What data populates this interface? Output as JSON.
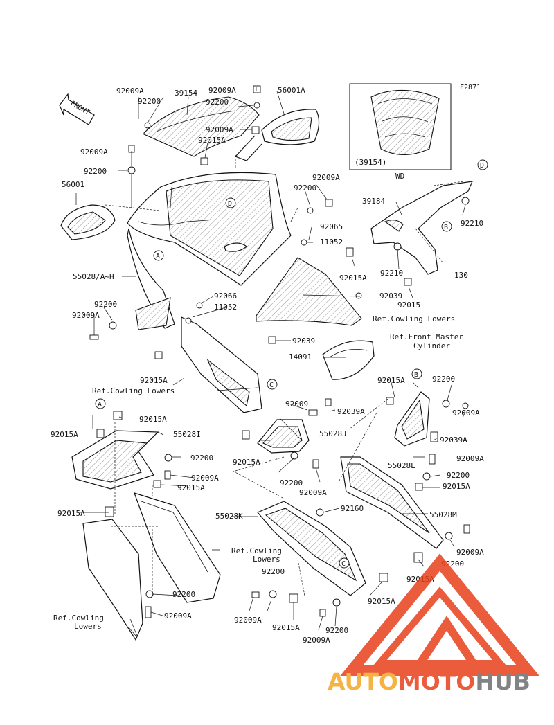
{
  "figure_code": "F2871",
  "front_label": "FRONT",
  "inset": {
    "part": "(39154)",
    "variant": "WD"
  },
  "labels": [
    {
      "id": "l1",
      "text": "92009A"
    },
    {
      "id": "l2",
      "text": "39154"
    },
    {
      "id": "l3",
      "text": "92009A"
    },
    {
      "id": "l4",
      "text": "56001A"
    },
    {
      "id": "l5",
      "text": "92200"
    },
    {
      "id": "l6",
      "text": "92200"
    },
    {
      "id": "l7",
      "text": "92009A"
    },
    {
      "id": "l8",
      "text": "92015A"
    },
    {
      "id": "l9",
      "text": "92009A"
    },
    {
      "id": "l10",
      "text": "92200"
    },
    {
      "id": "l11",
      "text": "56001"
    },
    {
      "id": "l12",
      "text": "92009A"
    },
    {
      "id": "l13",
      "text": "92200"
    },
    {
      "id": "l14",
      "text": "39184"
    },
    {
      "id": "l15",
      "text": "92065"
    },
    {
      "id": "l16",
      "text": "11052"
    },
    {
      "id": "l17",
      "text": "92210"
    },
    {
      "id": "l18",
      "text": "55028/A~H"
    },
    {
      "id": "l19",
      "text": "92015A"
    },
    {
      "id": "l20",
      "text": "92210"
    },
    {
      "id": "l21",
      "text": "130"
    },
    {
      "id": "l22",
      "text": "92015"
    },
    {
      "id": "l23",
      "text": "92200"
    },
    {
      "id": "l24",
      "text": "92066"
    },
    {
      "id": "l25",
      "text": "11052"
    },
    {
      "id": "l26",
      "text": "92039"
    },
    {
      "id": "l27",
      "text": "92009A"
    },
    {
      "id": "l28",
      "text": "Ref.Cowling Lowers"
    },
    {
      "id": "l29",
      "text": "92039"
    },
    {
      "id": "l30",
      "text": "Ref.Front Master"
    },
    {
      "id": "l31",
      "text": "Cylinder"
    },
    {
      "id": "l32",
      "text": "14091"
    },
    {
      "id": "l33",
      "text": "92015A"
    },
    {
      "id": "l34",
      "text": "Ref.Cowling Lowers"
    },
    {
      "id": "l35",
      "text": "92015A"
    },
    {
      "id": "l36",
      "text": "92200"
    },
    {
      "id": "l37",
      "text": "92009"
    },
    {
      "id": "l38",
      "text": "92039A"
    },
    {
      "id": "l39",
      "text": "92009A"
    },
    {
      "id": "l40",
      "text": "92015A"
    },
    {
      "id": "l41",
      "text": "92015A"
    },
    {
      "id": "l42",
      "text": "55028I"
    },
    {
      "id": "l43",
      "text": "55028J"
    },
    {
      "id": "l44",
      "text": "92039A"
    },
    {
      "id": "l45",
      "text": "92200"
    },
    {
      "id": "l46",
      "text": "92015A"
    },
    {
      "id": "l47",
      "text": "55028L"
    },
    {
      "id": "l48",
      "text": "92009A"
    },
    {
      "id": "l49",
      "text": "92009A"
    },
    {
      "id": "l50",
      "text": "92015A"
    },
    {
      "id": "l51",
      "text": "92200"
    },
    {
      "id": "l52",
      "text": "92200"
    },
    {
      "id": "l53",
      "text": "92009A"
    },
    {
      "id": "l54",
      "text": "92015A"
    },
    {
      "id": "l55",
      "text": "92015A"
    },
    {
      "id": "l56",
      "text": "92160"
    },
    {
      "id": "l57",
      "text": "55028K"
    },
    {
      "id": "l58",
      "text": "55028M"
    },
    {
      "id": "l59",
      "text": "Ref.Cowling"
    },
    {
      "id": "l60",
      "text": "Lowers"
    },
    {
      "id": "l61",
      "text": "92009A"
    },
    {
      "id": "l62",
      "text": "92015A"
    },
    {
      "id": "l63",
      "text": "92200"
    },
    {
      "id": "l64",
      "text": "92200"
    },
    {
      "id": "l65",
      "text": "92015A"
    },
    {
      "id": "l66",
      "text": "92200"
    },
    {
      "id": "l67",
      "text": "92009A"
    },
    {
      "id": "l68",
      "text": "Ref.Cowling"
    },
    {
      "id": "l69",
      "text": "Lowers"
    },
    {
      "id": "l70",
      "text": "92009A"
    },
    {
      "id": "l71",
      "text": "92015A"
    },
    {
      "id": "l72",
      "text": "92200"
    },
    {
      "id": "l73",
      "text": "92009A"
    }
  ],
  "callouts": [
    "A",
    "D",
    "B",
    "C",
    "A",
    "B",
    "C"
  ],
  "watermark": {
    "part1": "AUTO",
    "part2": "MOTO",
    "part3": "HUB",
    "color1": "#f5a623",
    "color2": "#e8401c",
    "color3": "#6e6e6e",
    "logo_color": "#e8401c"
  }
}
